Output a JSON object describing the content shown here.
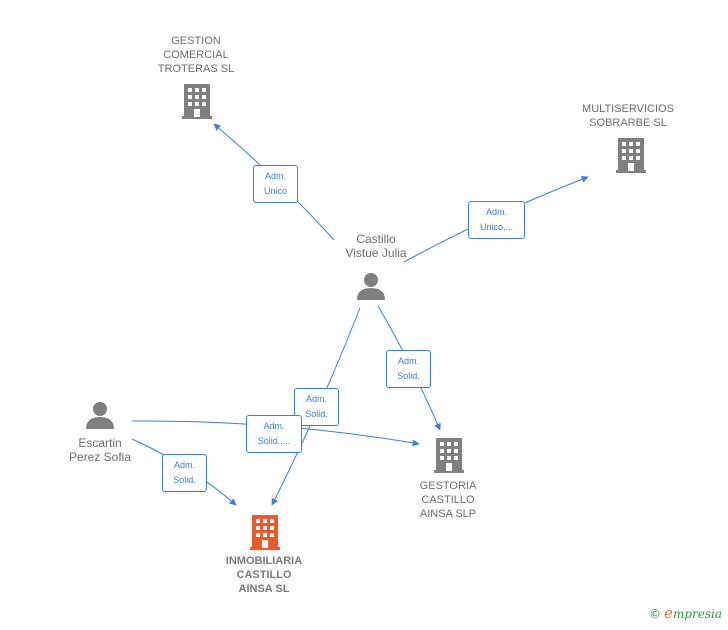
{
  "colors": {
    "edge": "#3b7fd4",
    "node_icon": "#7f7f7f",
    "focus_icon": "#f05a28",
    "brand_green": "#2a9a3a",
    "brand_orange": "#e07a1a"
  },
  "nodes": {
    "gestion": {
      "label": "GESTION\nCOMERCIAL\nTROTERAS SL",
      "icon": "building-icon"
    },
    "multiservicios": {
      "label": "MULTISERVICIOS\nSOBRARBE  SL",
      "icon": "building-icon"
    },
    "castillo": {
      "label": "Castillo\nVistue Julia",
      "icon": "person-icon"
    },
    "escartin": {
      "label": "Escartin\nPerez Sofia",
      "icon": "person-icon"
    },
    "gestoria": {
      "label": "GESTORIA\nCASTILLO\nAINSA SLP",
      "icon": "building-icon"
    },
    "inmobiliaria": {
      "label": "INMOBILIARIA\nCASTILLO\nAINSA  SL",
      "icon": "building-icon",
      "focus": true
    }
  },
  "edges": {
    "castillo_gestion": {
      "label": "Adm.\nUnico"
    },
    "castillo_multiservicios": {
      "label": "Adm.\nUnico,..."
    },
    "castillo_gestoria": {
      "label": "Adm.\nSolid."
    },
    "castillo_inmobiliaria": {
      "label": "Adm.\nSolid."
    },
    "escartin_gestoria": {
      "label": "Adm.\nSolid.,..."
    },
    "escartin_inmobiliaria": {
      "label": "Adm.\nSolid."
    }
  },
  "brand": {
    "copyright_symbol": "©",
    "name_initial": "e",
    "name_rest": "mpresia"
  }
}
